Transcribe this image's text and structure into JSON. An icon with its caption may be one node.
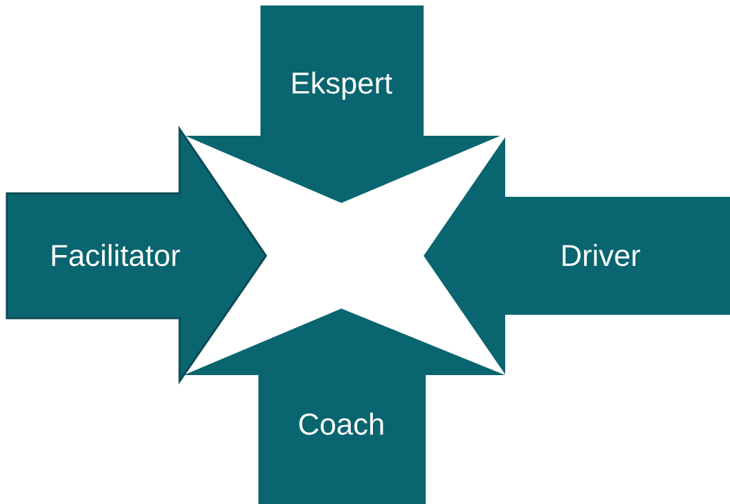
{
  "diagram": {
    "nodes": [
      {
        "text": [
          "Ekspert"
        ]
      },
      {
        "text": [
          "Facilitator"
        ]
      },
      {
        "text": [
          "Driver"
        ]
      },
      {
        "text": [
          "Coach"
        ]
      }
    ]
  }
}
